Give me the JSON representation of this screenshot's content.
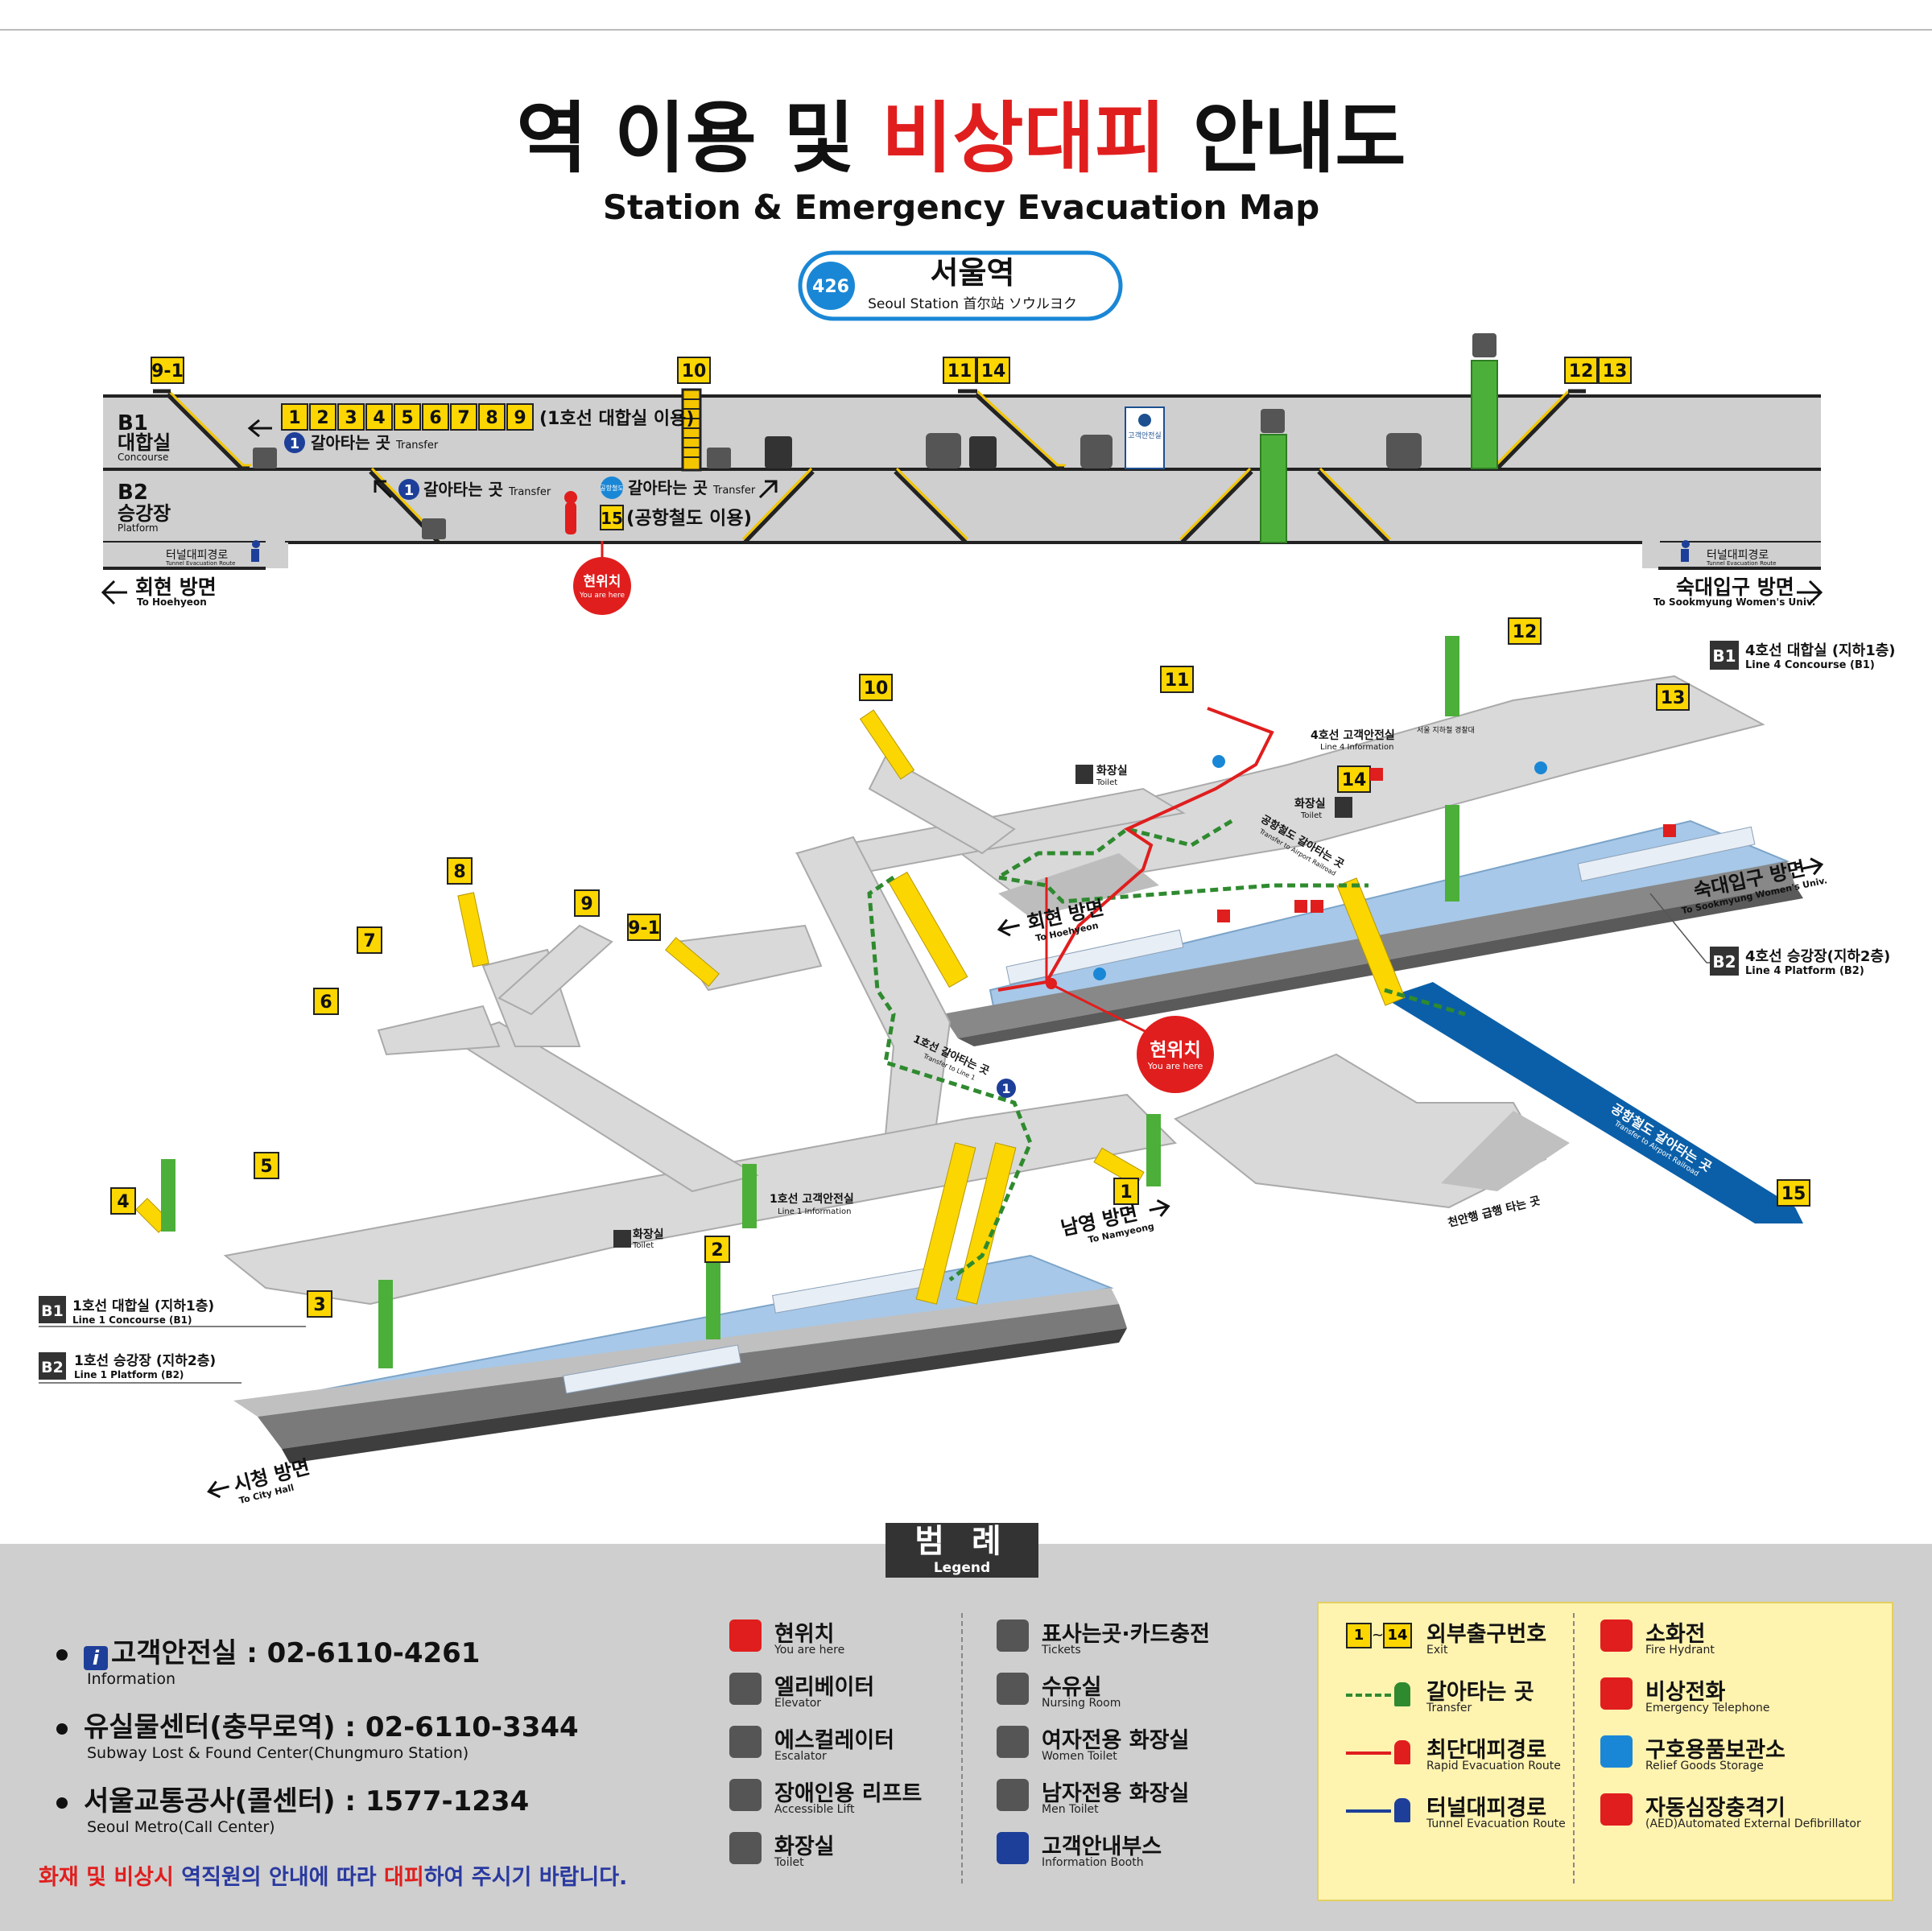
{
  "header": {
    "title_part1": "역 이용 및 ",
    "title_red": "비상대피",
    "title_part2": " 안내도",
    "subtitle": "Station & Emergency Evacuation Map",
    "station_number": "426",
    "station_name_ko": "서울역",
    "station_name_multi": "Seoul Station 首尔站 ソウルヨク"
  },
  "colors": {
    "red": "#e01e1e",
    "yellow": "#fcd600",
    "blue": "#0b5fa8",
    "green": "#4caf3a",
    "track_blue": "#a7c8e8",
    "floor_gray": "#cfcfcf"
  },
  "section": {
    "exits_top": [
      "9-1",
      "10",
      "11",
      "14",
      "12",
      "13"
    ],
    "b1_code": "B1",
    "b1_ko": "대합실",
    "b1_en": "Concourse",
    "b1_exits": [
      "1",
      "2",
      "3",
      "4",
      "5",
      "6",
      "7",
      "8",
      "9"
    ],
    "b1_exits_note": "(1호선 대합실 이용)",
    "b1_transfer_ko": "갈아타는 곳",
    "b1_transfer_en": "Transfer",
    "b2_code": "B2",
    "b2_ko": "승강장",
    "b2_en": "Platform",
    "b2_transfer1_ko": "갈아타는 곳",
    "b2_transfer1_en": "Transfer",
    "b2_airport_badge": "공항철도",
    "b2_transfer2_ko": "갈아타는 곳",
    "b2_transfer2_en": "Transfer",
    "exit15": "15",
    "exit15_note": "(공항철도 이용)",
    "line1_badge": "1",
    "tunnel_left_ko": "터널대피경로",
    "tunnel_left_en": "Tunnel Evacuation Route",
    "tunnel_right_ko": "터널대피경로",
    "tunnel_right_en": "Tunnel Evacuation Route",
    "dir_left_ko": "회현 방면",
    "dir_left_en": "To Hoehyeon",
    "dir_right_ko": "숙대입구 방면",
    "dir_right_en": "To Sookmyung Women's Univ.",
    "here_ko": "현위치",
    "here_en": "You are here",
    "info_booth": "고객안전실"
  },
  "iso": {
    "exits": [
      "1",
      "2",
      "3",
      "4",
      "5",
      "6",
      "7",
      "8",
      "9",
      "9-1",
      "10",
      "11",
      "12",
      "13",
      "14",
      "15"
    ],
    "line4_b1_code": "B1",
    "line4_b1_ko": "4호선 대합실 (지하1층)",
    "line4_b1_en": "Line 4  Concourse (B1)",
    "line4_b2_code": "B2",
    "line4_b2_ko": "4호선 승강장(지하2층)",
    "line4_b2_en": "Line 4  Platform (B2)",
    "line1_b1_code": "B1",
    "line1_b1_ko": "1호선 대합실 (지하1층)",
    "line1_b1_en": "Line 1  Concourse (B1)",
    "line1_b2_code": "B2",
    "line1_b2_ko": "1호선 승강장 (지하2층)",
    "line1_b2_en": "Line 1  Platform (B2)",
    "dir_hoehyeon_ko": "회현 방면",
    "dir_hoehyeon_en": "To Hoehyeon",
    "dir_sookmyung_ko": "숙대입구 방면",
    "dir_sookmyung_en": "To Sookmyung Women's Univ.",
    "dir_namyeong_ko": "남영 방면",
    "dir_namyeong_en": "To Namyeong",
    "dir_cityhall_ko": "시청 방면",
    "dir_cityhall_en": "To City Hall",
    "here_ko": "현위치",
    "here_en": "You are here",
    "toilet_ko": "화장실",
    "toilet_en": "Toilet",
    "toilet2_ko": "화장실",
    "toilet2_en": "Toilet",
    "toilet3_ko": "화장실",
    "toilet3_en": "Toilet",
    "line4_info_ko": "4호선 고객안전실",
    "line4_info_en": "Line 4 Information",
    "line1_info_ko": "1호선 고객안전실",
    "line1_info_en": "Line 1 Information",
    "police": "서울 지하철 경찰대",
    "transfer_airport_ko": "공항철도 갈아타는 곳",
    "transfer_airport_en": "Transfer to Airport Railroad",
    "transfer_line1_ko": "1호선 갈아타는 곳",
    "transfer_line1_en": "Transfer to Line 1",
    "airport_arrow_ko": "공항철도 갈아타는 곳",
    "airport_arrow_en": "Transfer to Airport Railroad",
    "cheonan": "천안행 급행 타는 곳"
  },
  "legend": {
    "tab_ko": "범 례",
    "tab_en": "Legend",
    "contacts": [
      {
        "main": "고객안전실 : 02-6110-4261",
        "sub": "Information"
      },
      {
        "main": "유실물센터(충무로역) : 02-6110-3344",
        "sub": "Subway Lost & Found Center(Chungmuro Station)"
      },
      {
        "main": "서울교통공사(콜센터) : 1577-1234",
        "sub": "Seoul Metro(Call Center)"
      }
    ],
    "notice_red1": "화재 및 비상시",
    "notice_blue1": " 역직원의 안내에 따라 ",
    "notice_red2": "대피",
    "notice_blue2": "하여 주시기 바랍니다.",
    "col1": [
      {
        "ko": "현위치",
        "en": "You are here",
        "icon": "you-are-here-icon"
      },
      {
        "ko": "엘리베이터",
        "en": "Elevator",
        "icon": "elevator-icon"
      },
      {
        "ko": "에스컬레이터",
        "en": "Escalator",
        "icon": "escalator-icon"
      },
      {
        "ko": "장애인용 리프트",
        "en": "Accessible Lift",
        "icon": "wheelchair-lift-icon"
      },
      {
        "ko": "화장실",
        "en": "Toilet",
        "icon": "toilet-icon"
      }
    ],
    "col2": [
      {
        "ko": "표사는곳·카드충전",
        "en": "Tickets",
        "icon": "ticket-icon"
      },
      {
        "ko": "수유실",
        "en": "Nursing Room",
        "icon": "nursing-room-icon"
      },
      {
        "ko": "여자전용 화장실",
        "en": "Women Toilet",
        "icon": "women-toilet-icon"
      },
      {
        "ko": "남자전용 화장실",
        "en": "Men Toilet",
        "icon": "men-toilet-icon"
      },
      {
        "ko": "고객안내부스",
        "en": "Information Booth",
        "icon": "information-booth-icon"
      }
    ],
    "col3": [
      {
        "ko": "외부출구번호",
        "en": "Exit",
        "icon": "exit-number-icon"
      },
      {
        "ko": "갈아타는 곳",
        "en": "Transfer",
        "icon": "transfer-route-icon"
      },
      {
        "ko": "최단대피경로",
        "en": "Rapid Evacuation Route",
        "icon": "rapid-evacuation-icon"
      },
      {
        "ko": "터널대피경로",
        "en": "Tunnel Evacuation Route",
        "icon": "tunnel-evacuation-icon"
      }
    ],
    "exit_from": "1",
    "exit_tilde": "~",
    "exit_to": "14",
    "col4": [
      {
        "ko": "소화전",
        "en": "Fire Hydrant",
        "icon": "fire-hydrant-icon"
      },
      {
        "ko": "비상전화",
        "en": "Emergency Telephone",
        "icon": "emergency-telephone-icon"
      },
      {
        "ko": "구호용품보관소",
        "en": "Relief Goods Storage",
        "icon": "relief-goods-icon"
      },
      {
        "ko": "자동심장충격기",
        "en": "(AED)Automated External Defibrillator",
        "icon": "aed-icon"
      }
    ]
  }
}
